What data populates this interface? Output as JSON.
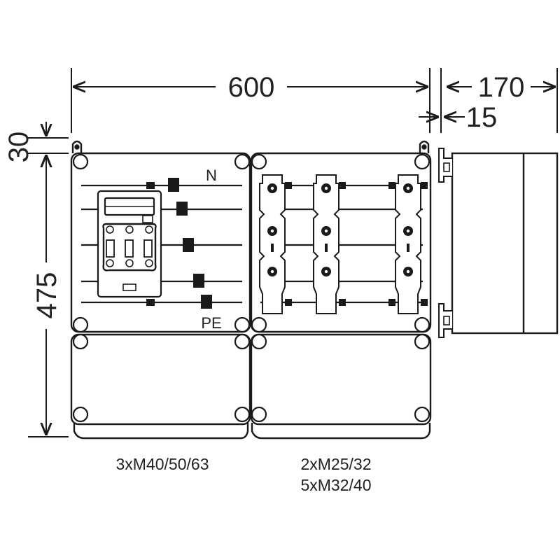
{
  "dimensions": {
    "width": "600",
    "depth": "170",
    "offset": "15",
    "top_margin": "30",
    "height": "475"
  },
  "labels": {
    "neutral": "N",
    "protective_earth": "PE"
  },
  "captions": {
    "left_entries": "3xM40/50/63",
    "right_entries_1": "2xM25/32",
    "right_entries_2": "5xM32/40"
  },
  "colors": {
    "line": "#1a1a1a",
    "fill": "#ffffff",
    "text": "#222222"
  }
}
